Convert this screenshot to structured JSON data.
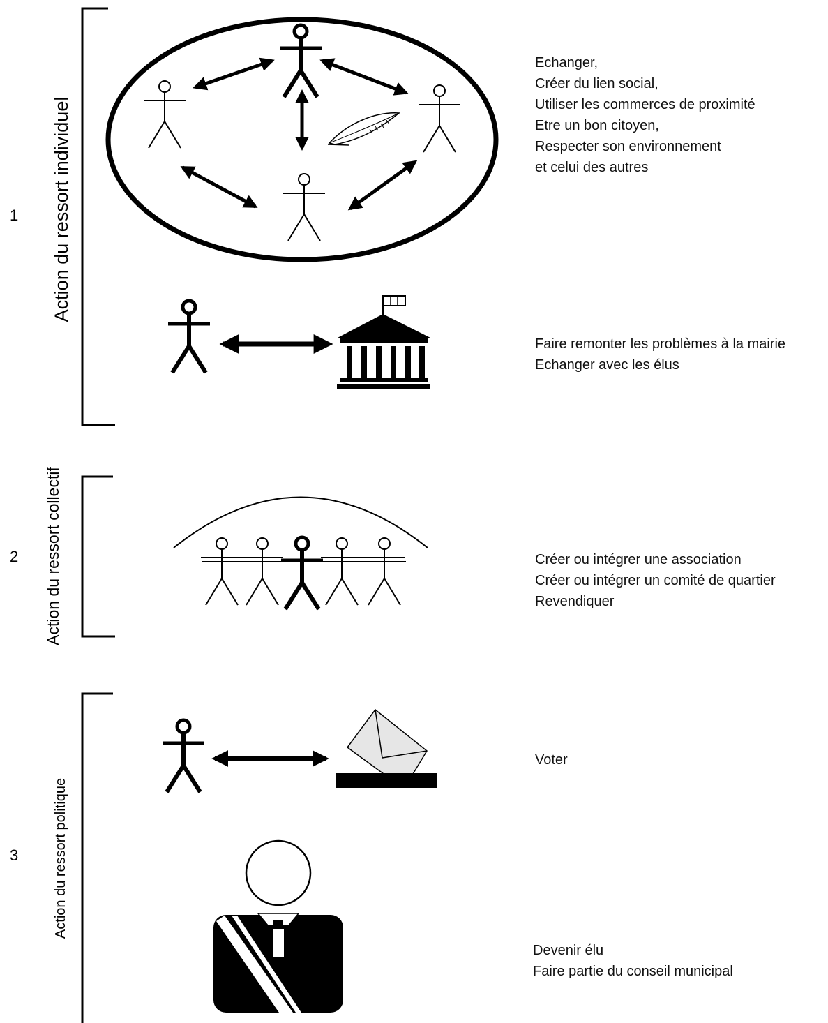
{
  "sections": [
    {
      "number": "1",
      "label": "Action du ressort individuel",
      "blocks": [
        {
          "lines": [
            "Echanger,",
            "Créer du lien social,",
            "Utiliser les commerces de proximité",
            "Etre un bon citoyen,",
            "Respecter son environnement",
            "et celui des autres"
          ]
        },
        {
          "lines": [
            "Faire remonter les problèmes à la mairie",
            "Echanger avec les élus"
          ]
        }
      ]
    },
    {
      "number": "2",
      "label": "Action du ressort collectif",
      "blocks": [
        {
          "lines": [
            "Créer ou intégrer une association",
            "Créer ou intégrer un comité de quartier",
            "Revendiquer"
          ]
        }
      ]
    },
    {
      "number": "3",
      "label": "Action du ressort politique",
      "blocks": [
        {
          "lines": [
            "Voter"
          ]
        },
        {
          "lines": [
            "Devenir élu",
            "Faire partie du conseil municipal"
          ]
        }
      ]
    }
  ],
  "icons": [
    "stick-figure-icon",
    "city-hall-icon",
    "quill-feather-icon",
    "ballot-box-icon",
    "elected-official-icon",
    "double-arrow-icon"
  ]
}
